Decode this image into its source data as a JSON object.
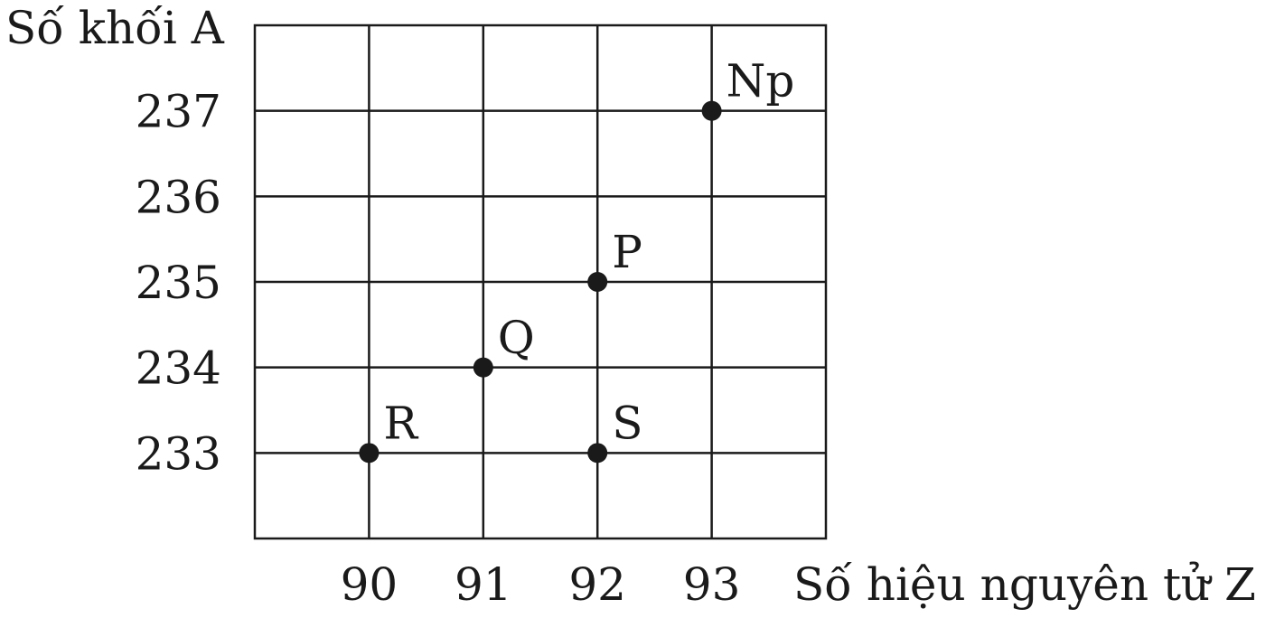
{
  "chart_data": {
    "type": "scatter",
    "xlabel": "Số hiệu nguyên tử Z",
    "ylabel": "Số khối A",
    "x_ticks": [
      90,
      91,
      92,
      93
    ],
    "y_ticks": [
      233,
      234,
      235,
      236,
      237
    ],
    "xlim": [
      89,
      94
    ],
    "ylim": [
      232,
      238
    ],
    "grid": true,
    "points": [
      {
        "label": "Np",
        "x": 93,
        "y": 237
      },
      {
        "label": "P",
        "x": 92,
        "y": 235
      },
      {
        "label": "Q",
        "x": 91,
        "y": 234
      },
      {
        "label": "R",
        "x": 90,
        "y": 233
      },
      {
        "label": "S",
        "x": 92,
        "y": 233
      }
    ]
  }
}
